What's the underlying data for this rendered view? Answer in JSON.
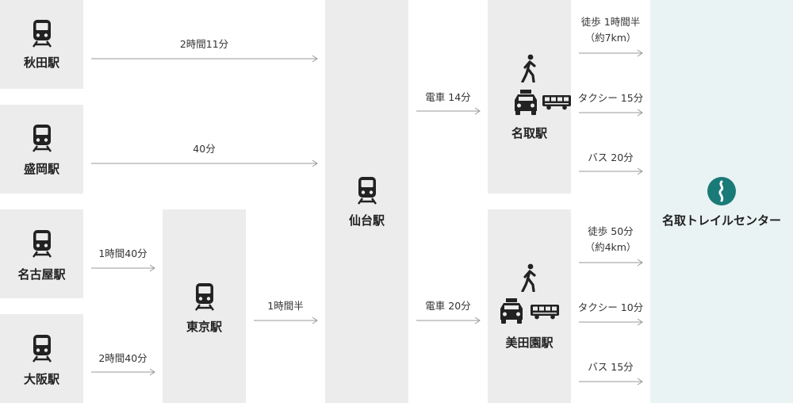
{
  "stations": {
    "akita": "秋田駅",
    "morioka": "盛岡駅",
    "nagoya": "名古屋駅",
    "osaka": "大阪駅",
    "tokyo": "東京駅",
    "sendai": "仙台駅",
    "natori": "名取駅",
    "mitazono": "美田園駅"
  },
  "goal": {
    "name": "名取トレイルセンター",
    "icon": "trail-center-logo-icon",
    "color": "#1a7a78"
  },
  "routes": {
    "akita_sendai": "2時間11分",
    "morioka_sendai": "40分",
    "nagoya_tokyo": "1時間40分",
    "osaka_tokyo": "2時間40分",
    "tokyo_sendai": "1時間半",
    "sendai_natori": "電車 14分",
    "sendai_mitazono": "電車 20分",
    "natori_walk_1": "徒歩 1時間半",
    "natori_walk_2": "（約7km）",
    "natori_taxi": "タクシー 15分",
    "natori_bus": "バス 20分",
    "mitazono_walk_1": "徒歩 50分",
    "mitazono_walk_2": "（約4km）",
    "mitazono_taxi": "タクシー 10分",
    "mitazono_bus": "バス 15分"
  },
  "colors": {
    "box": "#ececec",
    "goal_bg": "#e9f3f3",
    "icon": "#222222",
    "arrow": "#999999"
  }
}
